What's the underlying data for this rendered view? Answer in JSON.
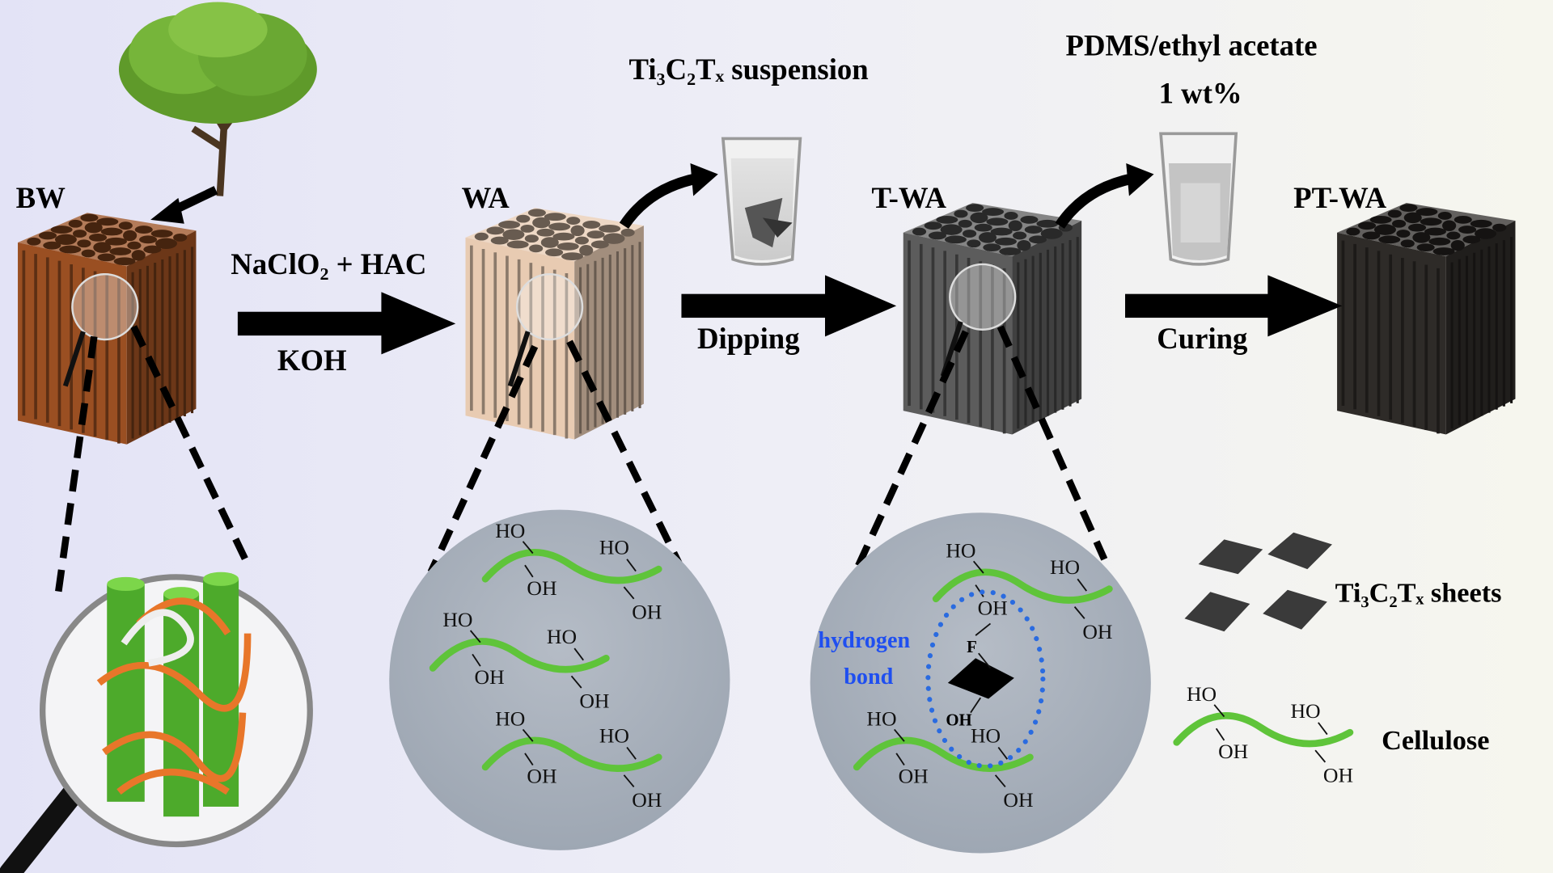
{
  "colors": {
    "bw": "#9a4f22",
    "wa": "#e8cbb2",
    "twa": "#5c5c5c",
    "ptwa": "#2e2b28",
    "cellulose": "#5fc43a",
    "hydrogen_bond": "#1f4ff0",
    "zoom_circle": "#a9b1bc"
  },
  "stages": {
    "bw": "BW",
    "wa": "WA",
    "twa": "T-WA",
    "ptwa": "PT-WA"
  },
  "steps": {
    "step1_top": "NaClO₂ + HAC",
    "step1_bottom": "KOH",
    "step2_top": "Ti₃C₂Tₓ suspension",
    "step2_bottom": "Dipping",
    "step3_top_line1": "PDMS/ethyl acetate",
    "step3_top_line2": "1 wt%",
    "step3_bottom": "Curing"
  },
  "chem": {
    "ho": "HO",
    "oh": "OH",
    "f": "F"
  },
  "hbond": {
    "line1": "hydrogen",
    "line2": "bond"
  },
  "legend": {
    "sheets": "Ti₃C₂Tₓ sheets",
    "cellulose": "Cellulose"
  },
  "icons": [
    "tree-icon",
    "wood-cube",
    "magnifier-icon",
    "beaker-icon",
    "arrow-right",
    "curved-arrow"
  ]
}
